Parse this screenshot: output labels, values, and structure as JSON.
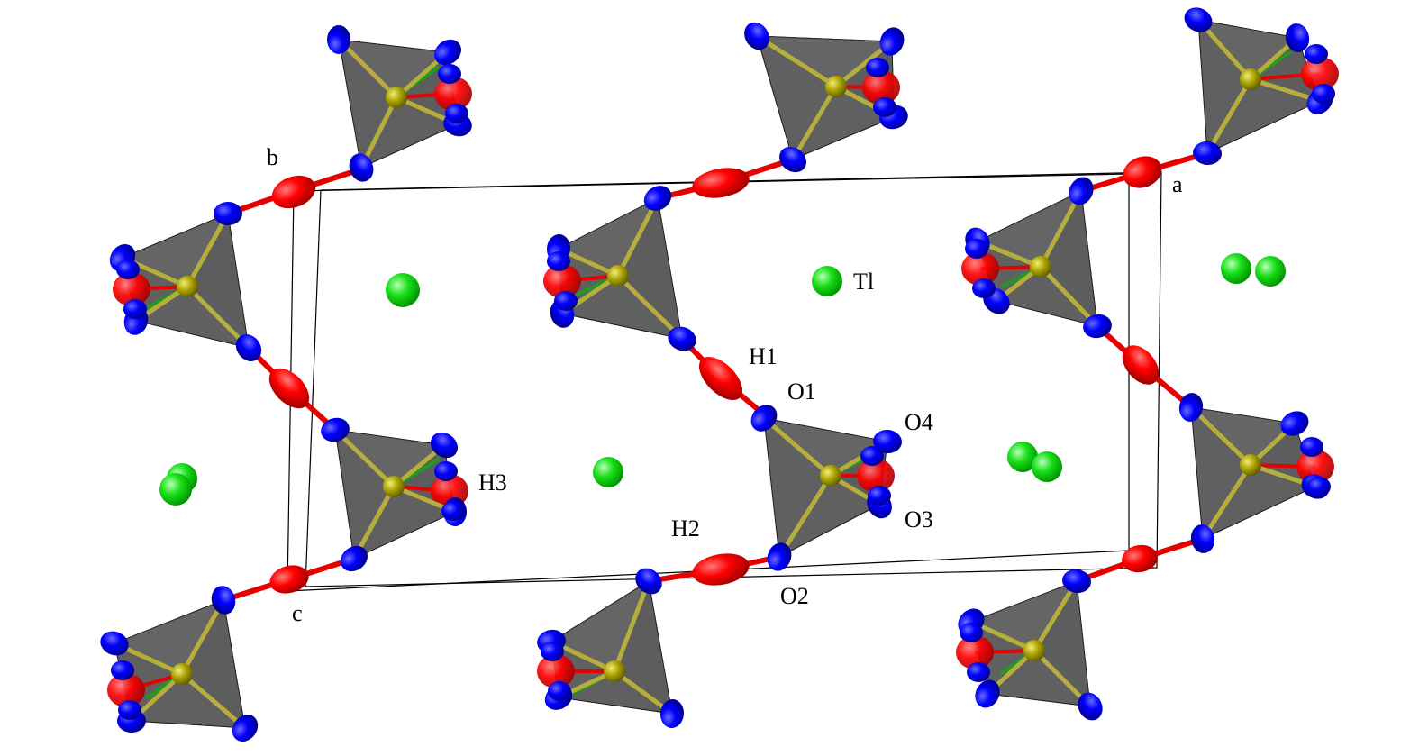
{
  "figure": {
    "labels": {
      "axis_a": "a",
      "axis_b": "b",
      "axis_c": "c",
      "tl": "Tl",
      "h1": "H1",
      "h2": "H2",
      "h3": "H3",
      "o1": "O1",
      "o2": "O2",
      "o3": "O3",
      "o4": "O4"
    },
    "colors": {
      "oxygen": "#0000ff",
      "hydroxyl_oxygen": "#ff0000",
      "thallium": "#00e600",
      "phosphorus": "#a29b00",
      "polyhedron": "#4a4a4a",
      "bond_h": "#e60000",
      "bond_p_o": "#b5ae3c",
      "bond_minor": "#1f9c1f",
      "cell_edge": "#000000",
      "background": "#ffffff"
    }
  }
}
